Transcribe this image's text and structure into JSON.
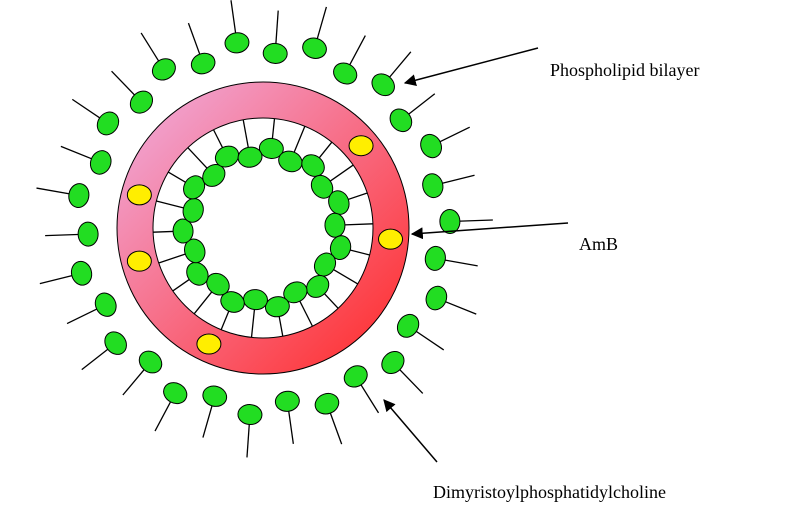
{
  "labels": {
    "phospholipid_bilayer": "Phospholipid bilayer",
    "amb": "AmB",
    "dmpc": "Dimyristoylphosphatidylcholine"
  },
  "colors": {
    "bilayer_gradient_start": "#f0a8d8",
    "bilayer_gradient_end": "#ff3030",
    "lipid_head": "#22dd22",
    "amb_molecule": "#ffee00",
    "outline": "#000000"
  }
}
